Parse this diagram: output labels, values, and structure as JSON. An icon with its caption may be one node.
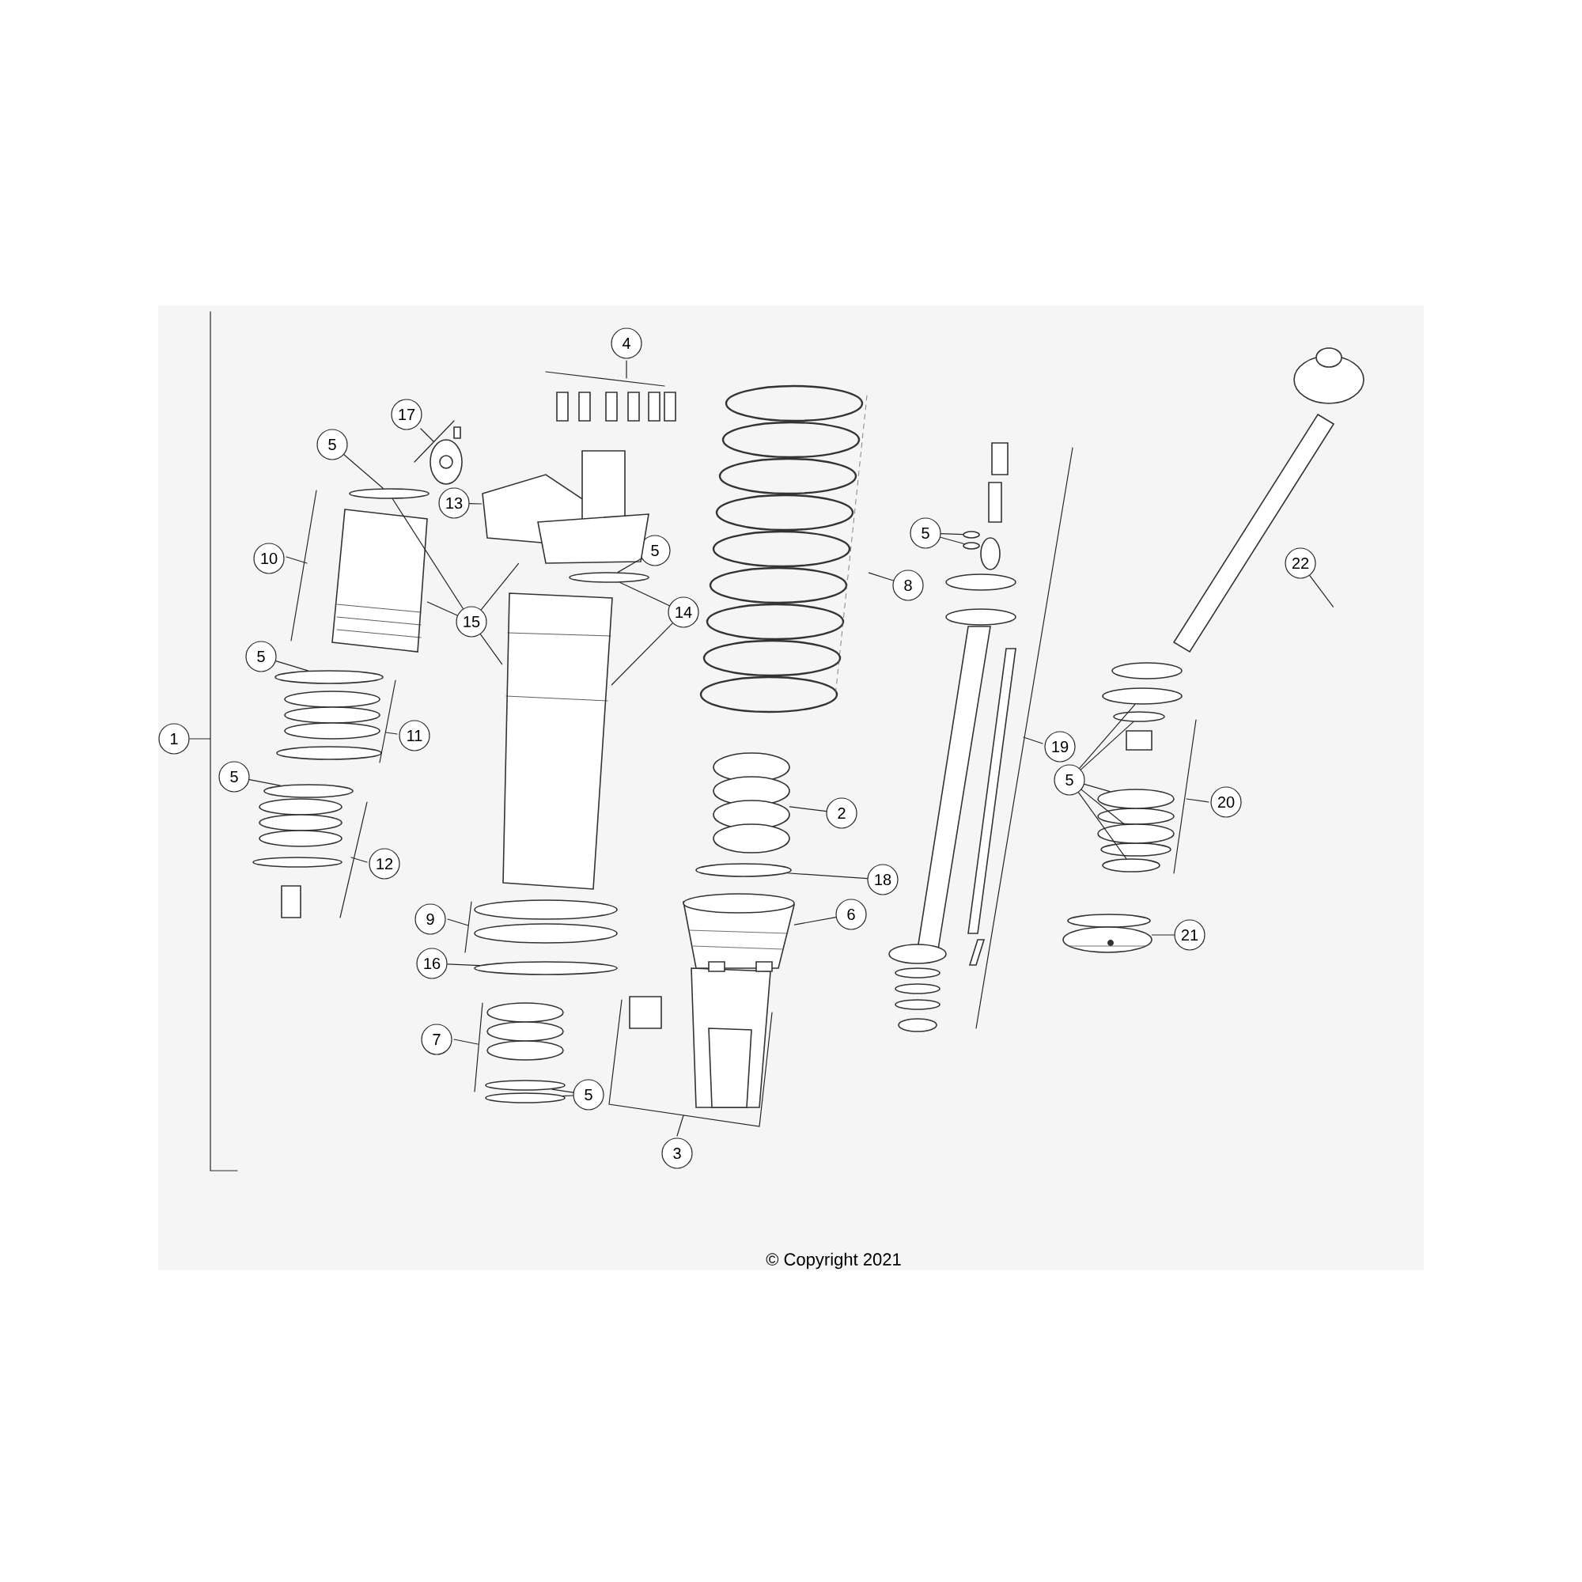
{
  "diagram": {
    "nodes": [
      {
        "text": [
          "1"
        ]
      },
      {
        "text": [
          "4"
        ]
      },
      {
        "text": [
          "17"
        ]
      },
      {
        "text": [
          "5"
        ]
      },
      {
        "text": [
          "13"
        ]
      },
      {
        "text": [
          "10"
        ]
      },
      {
        "text": [
          "15"
        ]
      },
      {
        "text": [
          "5"
        ]
      },
      {
        "text": [
          "14"
        ]
      },
      {
        "text": [
          "5"
        ]
      },
      {
        "text": [
          "11"
        ]
      },
      {
        "text": [
          "5"
        ]
      },
      {
        "text": [
          "12"
        ]
      },
      {
        "text": [
          "9"
        ]
      },
      {
        "text": [
          "16"
        ]
      },
      {
        "text": [
          "7"
        ]
      },
      {
        "text": [
          "5"
        ]
      },
      {
        "text": [
          "3"
        ]
      },
      {
        "text": [
          "8"
        ]
      },
      {
        "text": [
          "5"
        ]
      },
      {
        "text": [
          "2"
        ]
      },
      {
        "text": [
          "18"
        ]
      },
      {
        "text": [
          "6"
        ]
      },
      {
        "text": [
          "19"
        ]
      },
      {
        "text": [
          "22"
        ]
      },
      {
        "text": [
          "5"
        ]
      },
      {
        "text": [
          "20"
        ]
      },
      {
        "text": [
          "21"
        ]
      },
      {
        "text": [],
        "shape": "circle"
      },
      {
        "text": [],
        "shape": "picture"
      },
      {
        "text": [],
        "shape": "picture"
      },
      {
        "text": [],
        "shape": "picture"
      },
      {
        "text": [],
        "shape": "circle"
      },
      {
        "text": [],
        "shape": "circle"
      },
      {
        "text": [],
        "shape": "circle"
      },
      {
        "text": [],
        "shape": "circle"
      },
      {
        "text": [],
        "shape": "circle"
      },
      {
        "text": [],
        "shape": "circle"
      },
      {
        "text": [],
        "shape": "picture"
      },
      {
        "text": [],
        "shape": "circle"
      },
      {
        "text": [],
        "shape": "circle"
      },
      {
        "text": [],
        "shape": "picture"
      },
      {
        "text": [],
        "shape": "circle"
      },
      {
        "text": [],
        "shape": "picture"
      },
      {
        "text": [],
        "shape": "picture"
      },
      {
        "text": [],
        "shape": "circle"
      },
      {
        "text": [],
        "shape": "circle"
      },
      {
        "text": [],
        "shape": "circle"
      },
      {
        "text": [],
        "shape": "circle"
      },
      {
        "text": [],
        "shape": "circle"
      },
      {
        "text": [],
        "shape": "picture"
      }
    ],
    "edges": [
      {
        "from": 3,
        "to": 28,
        "arrow": "none"
      },
      {
        "from": 4,
        "to": 30,
        "arrow": "none"
      },
      {
        "from": 6,
        "to": 28,
        "arrow": "none"
      },
      {
        "from": 6,
        "to": 29,
        "arrow": "none"
      },
      {
        "from": 6,
        "to": 30,
        "arrow": "none"
      },
      {
        "from": 6,
        "to": 31,
        "arrow": "none"
      },
      {
        "from": 7,
        "to": 32,
        "arrow": "none"
      },
      {
        "from": 8,
        "to": 32,
        "arrow": "none"
      },
      {
        "from": 8,
        "to": 31,
        "arrow": "none"
      },
      {
        "from": 9,
        "to": 33,
        "arrow": "none"
      },
      {
        "from": 11,
        "to": 34,
        "arrow": "none"
      },
      {
        "from": 14,
        "to": 35,
        "arrow": "none"
      },
      {
        "from": 16,
        "to": 36,
        "arrow": "none"
      },
      {
        "from": 16,
        "to": 37,
        "arrow": "none"
      },
      {
        "from": 18,
        "to": 38,
        "arrow": "none"
      },
      {
        "from": 19,
        "to": 39,
        "arrow": "none"
      },
      {
        "from": 19,
        "to": 40,
        "arrow": "none"
      },
      {
        "from": 20,
        "to": 41,
        "arrow": "none"
      },
      {
        "from": 21,
        "to": 42,
        "arrow": "none"
      },
      {
        "from": 22,
        "to": 43,
        "arrow": "none"
      },
      {
        "from": 24,
        "to": 44,
        "arrow": "none"
      },
      {
        "from": 25,
        "to": 45,
        "arrow": "none"
      },
      {
        "from": 25,
        "to": 46,
        "arrow": "none"
      },
      {
        "from": 25,
        "to": 47,
        "arrow": "none"
      },
      {
        "from": 25,
        "to": 48,
        "arrow": "none"
      },
      {
        "from": 25,
        "to": 49,
        "arrow": "none"
      },
      {
        "from": 27,
        "to": 50,
        "arrow": "none"
      }
    ],
    "labels": [
      "© Copyright 2021"
    ]
  }
}
